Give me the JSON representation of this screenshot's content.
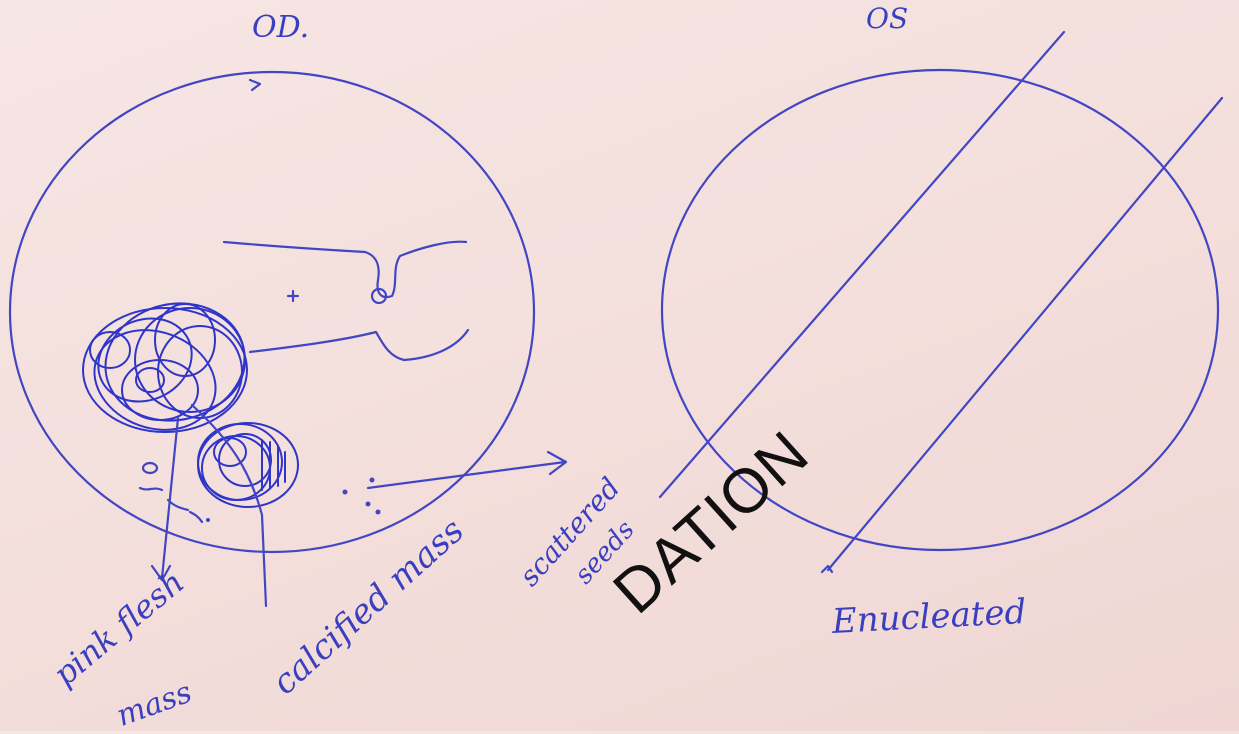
{
  "labels": {
    "right_eye": "OD.",
    "left_eye": "OS",
    "pink_flesh_mass_line1": "pink flesh",
    "pink_flesh_mass_line2": "mass",
    "calcified_mass": "calcified mass",
    "scattered_seeds_line1": "scattered",
    "scattered_seeds_line2": "seeds",
    "enucleated": "Enucleated"
  },
  "watermark": "DATION",
  "colors": {
    "ink": "#4246c4",
    "paper": "#f4e1de"
  }
}
